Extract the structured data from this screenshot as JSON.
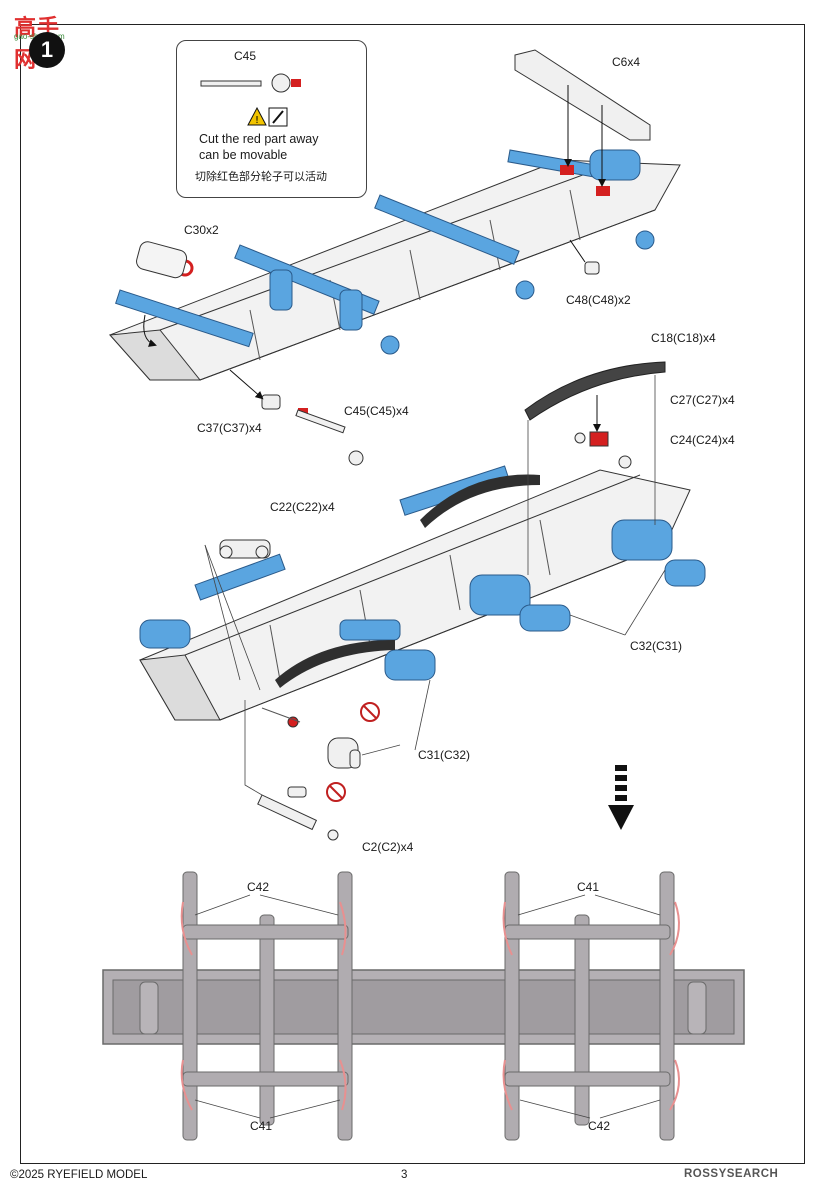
{
  "watermark": {
    "title": "高手网",
    "url": "gao-shou.com"
  },
  "step_number": "1",
  "callout": {
    "part": "C45",
    "note_en_line1": "Cut the red part away",
    "note_en_line2": "can be movable",
    "note_zh": "切除红色部分轮子可以活动"
  },
  "labels": {
    "c6": "C6x4",
    "c30": "C30x2",
    "c48": "C48(C48)x2",
    "c37": "C37(C37)x4",
    "c45": "C45(C45)x4",
    "c18": "C18(C18)x4",
    "c27": "C27(C27)x4",
    "c24": "C24(C24)x4",
    "c22": "C22(C22)x4",
    "c32": "C32(C31)",
    "c31": "C31(C32)",
    "c2": "C2(C2)x4",
    "c42_top": "C42",
    "c41_top": "C41",
    "c41_bottom": "C41",
    "c42_bottom": "C42"
  },
  "footer": {
    "copyright": "©2025 RYEFIELD MODEL",
    "page": "3",
    "brand_watermark": "ROSSYSEARCH"
  },
  "colors": {
    "part_blue": "#5aa5e0",
    "frame_grey": "#e4e4e4",
    "red_highlight": "#d42020",
    "render_grey": "#a8a4a8",
    "brake_line": "#e89090"
  }
}
